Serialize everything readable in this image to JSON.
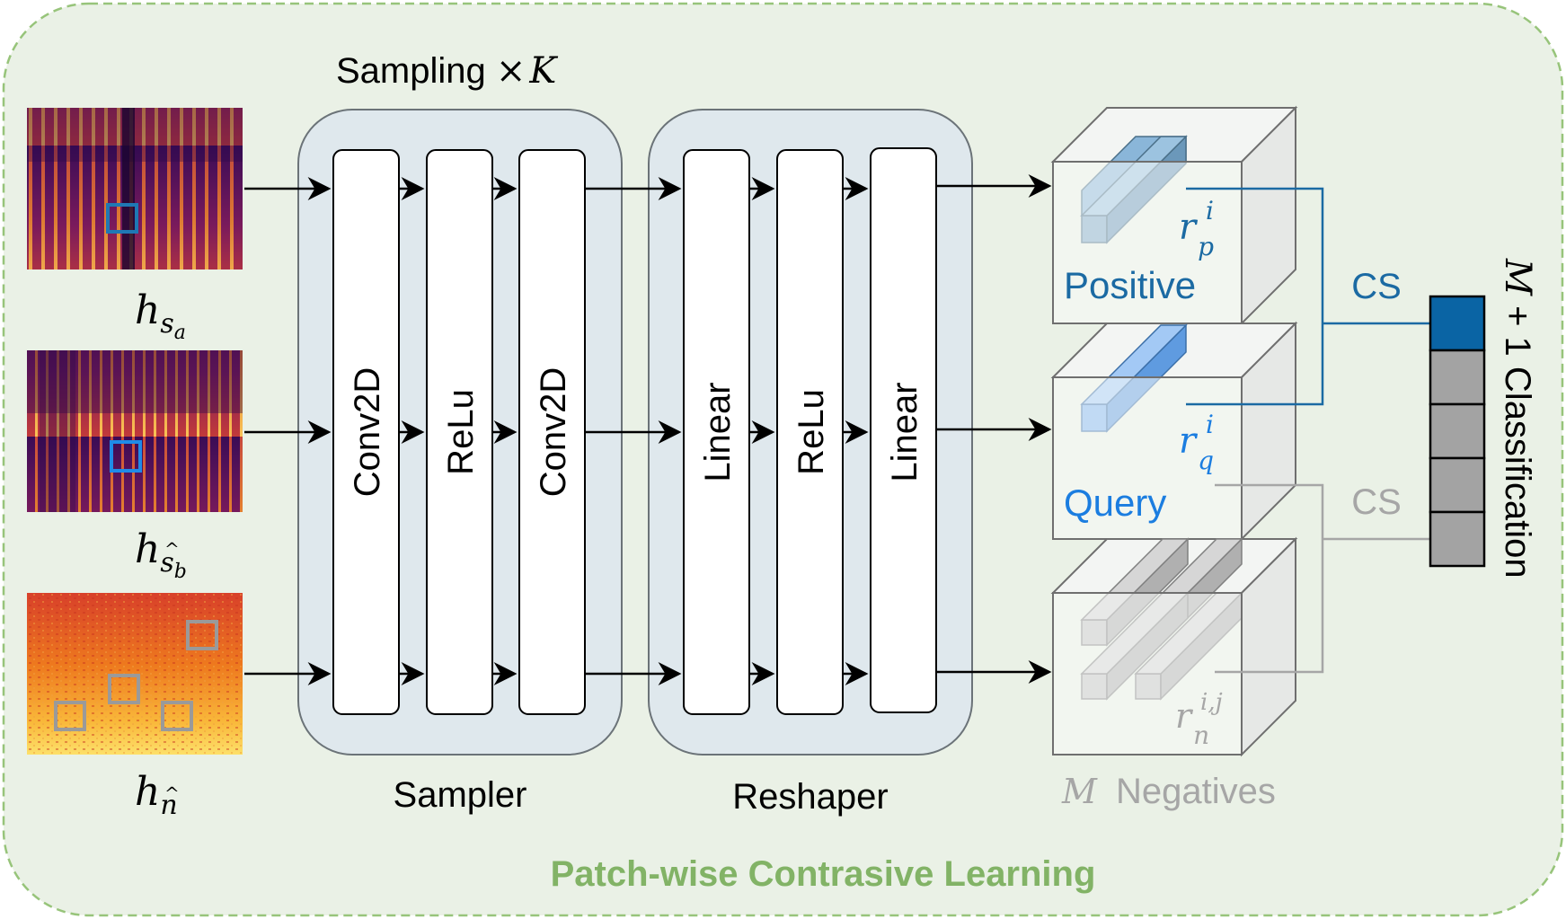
{
  "title": "Patch-wise Contrasive Learning",
  "sampling_label": {
    "prefix": "Sampling ",
    "times": "×",
    "k": "K"
  },
  "inputs": [
    {
      "h": "h",
      "sub": "s",
      "subsub": "a",
      "hat": ""
    },
    {
      "h": "h",
      "sub": "s",
      "subsub": "b",
      "hat": "^"
    },
    {
      "h": "h",
      "sub": "n",
      "subsub": "",
      "hat": "^"
    }
  ],
  "sampler": {
    "label": "Sampler",
    "layers": [
      "Conv2D",
      "ReLu",
      "Conv2D"
    ]
  },
  "reshaper": {
    "label": "Reshaper",
    "layers": [
      "Linear",
      "ReLu",
      "Linear"
    ]
  },
  "cubes": {
    "positive": {
      "label": "Positive",
      "r": "r",
      "sub": "p",
      "sup": "i"
    },
    "query": {
      "label": "Query",
      "r": "r",
      "sub": "q",
      "sup": "i"
    },
    "negatives": {
      "r": "r",
      "sub": "n",
      "sup": "i,j",
      "caption_m": "M",
      "caption": "Negatives"
    }
  },
  "cs_labels": [
    "CS",
    "CS"
  ],
  "classification": {
    "m": "M",
    "rest": " + 1 Classification"
  },
  "colors": {
    "title_green": "#82b366",
    "frame_bg": "#eaf1e6",
    "frame_border": "#97c47a",
    "module_bg": "#dfe8ed",
    "positive_blue": "#1b6aa3",
    "query_blue": "#1b7de0",
    "gray": "#a6a6a6",
    "class_blue": "#0a64a4",
    "class_gray": "#a3a3a3"
  }
}
